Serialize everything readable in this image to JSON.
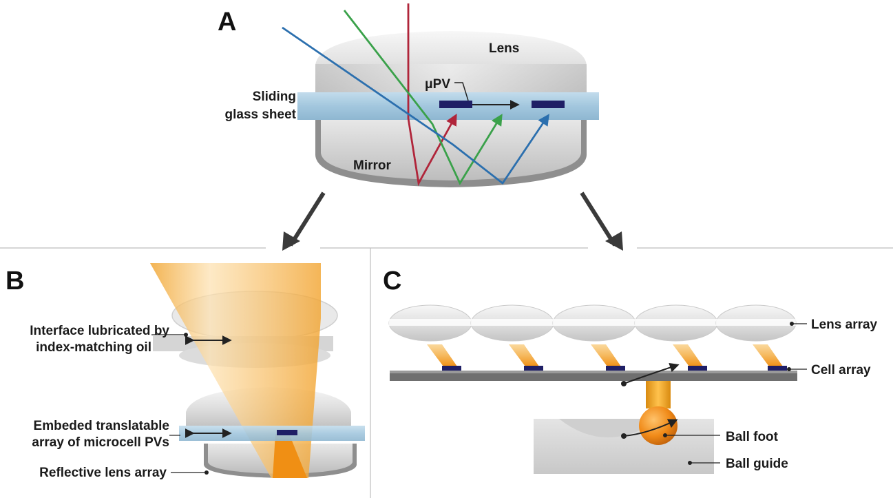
{
  "panels": {
    "a": {
      "letter": "A",
      "lens": "Lens",
      "mirror": "Mirror",
      "sheet_line1": "Sliding",
      "sheet_line2": "glass sheet",
      "upv": "μPV"
    },
    "b": {
      "letter": "B",
      "interface_line1": "Interface lubricated by",
      "interface_line2": "index-matching oil",
      "embedded_line1": "Embeded translatable",
      "embedded_line2": "array of microcell PVs",
      "reflective": "Reflective lens array"
    },
    "c": {
      "letter": "C",
      "lens_array": "Lens array",
      "cell_array": "Cell array",
      "ball_foot": "Ball foot",
      "ball_guide": "Ball guide"
    }
  },
  "colors": {
    "ray_red": "#b0253a",
    "ray_green": "#3aa14a",
    "ray_blue": "#2b6fae",
    "glass": "#a9cde3",
    "pv_cell": "#1f1f66",
    "orange_beam": "#f2a430",
    "ball": "#f08a18"
  }
}
